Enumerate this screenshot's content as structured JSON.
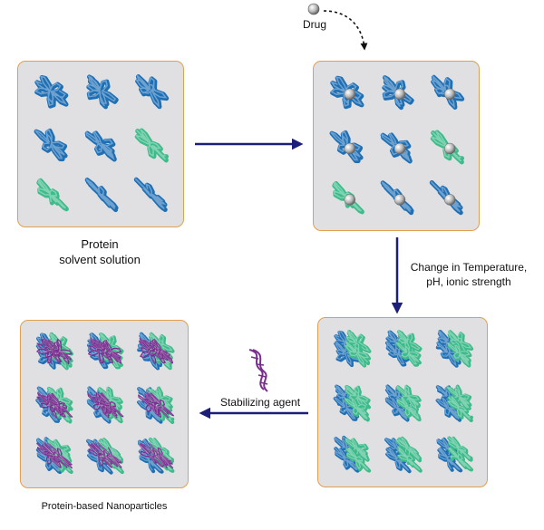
{
  "labels": {
    "drug": "Drug",
    "protein_line1": "Protein",
    "protein_line2": "solvent solution",
    "change_line1": "Change in Temperature,",
    "change_line2": "pH, ionic strength",
    "stabilizing_agent": "Stabilizing agent",
    "nanoparticles": "Protein-based Nanoparticles"
  },
  "colors": {
    "panel_fill": "#e0e0e2",
    "panel_border": "#e0a050",
    "protein_blue": "#1f6fb5",
    "protein_green": "#3dbb8a",
    "arrow": "#1b1f7a",
    "stabilizer": "#7a2d8f",
    "drug_sphere": "#b8b8b8"
  },
  "panels": [
    {
      "id": "protein-solution",
      "coils": [
        "blue",
        "blue",
        "blue",
        "blue",
        "blue",
        "green",
        "green",
        "blue",
        "blue"
      ],
      "drug": false
    },
    {
      "id": "drug-loaded",
      "coils": [
        "blue",
        "blue",
        "blue",
        "blue",
        "blue",
        "green",
        "green",
        "blue",
        "blue"
      ],
      "drug": true
    },
    {
      "id": "aggregated",
      "cluster": true
    },
    {
      "id": "nanoparticles",
      "cluster": true,
      "stabilized": true
    }
  ]
}
